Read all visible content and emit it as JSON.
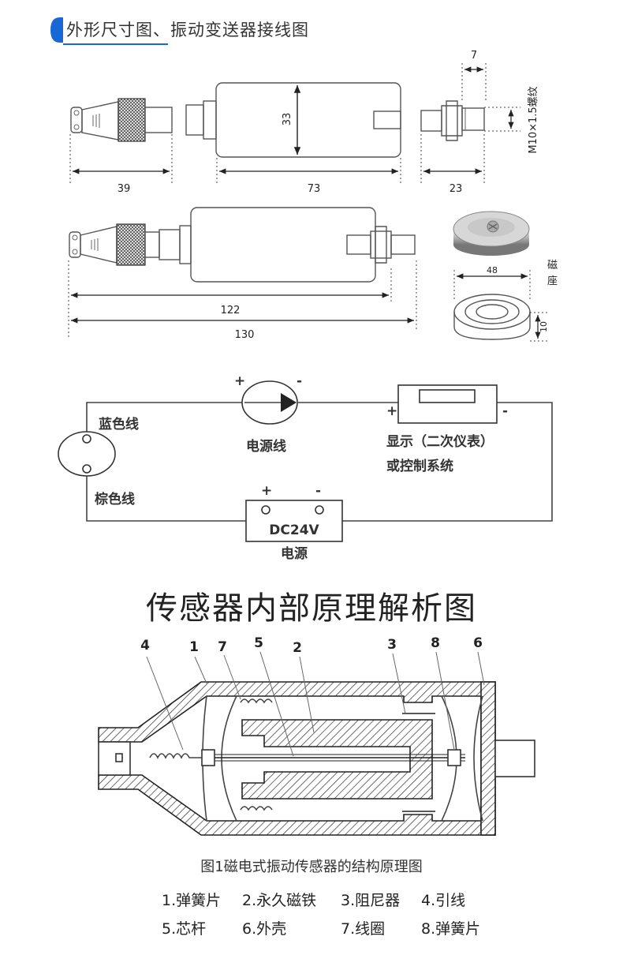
{
  "header": {
    "title": "外形尺寸图、振动变送器接线图",
    "accent_color": "#1767d6"
  },
  "dimensions": {
    "d39": "39",
    "d73": "73",
    "d23": "23",
    "d33": "33",
    "d7": "7",
    "thread": "M10×1.5螺纹",
    "d122": "122",
    "d130": "130",
    "d48": "48",
    "d10": "10",
    "magnet_label": "磁座"
  },
  "wiring": {
    "plus": "+",
    "minus": "-",
    "blue_wire": "蓝色线",
    "brown_wire": "棕色线",
    "power_line": "电源线",
    "display_line1": "显示（二次仪表）",
    "display_line2": "或控制系统",
    "dc": "DC24V",
    "power": "电源"
  },
  "section_title": "传感器内部原理解析图",
  "cutaway": {
    "numbers": [
      "4",
      "1",
      "7",
      "5",
      "2",
      "3",
      "8",
      "6"
    ]
  },
  "caption": "图1磁电式振动传感器的结构原理图",
  "legend": {
    "row1": [
      "1.弹簧片",
      "2.永久磁铁",
      "3.阻尼器",
      "4.引线"
    ],
    "row2": [
      "5.芯杆",
      "6.外壳",
      "7.线圈",
      "8.弹簧片"
    ]
  }
}
